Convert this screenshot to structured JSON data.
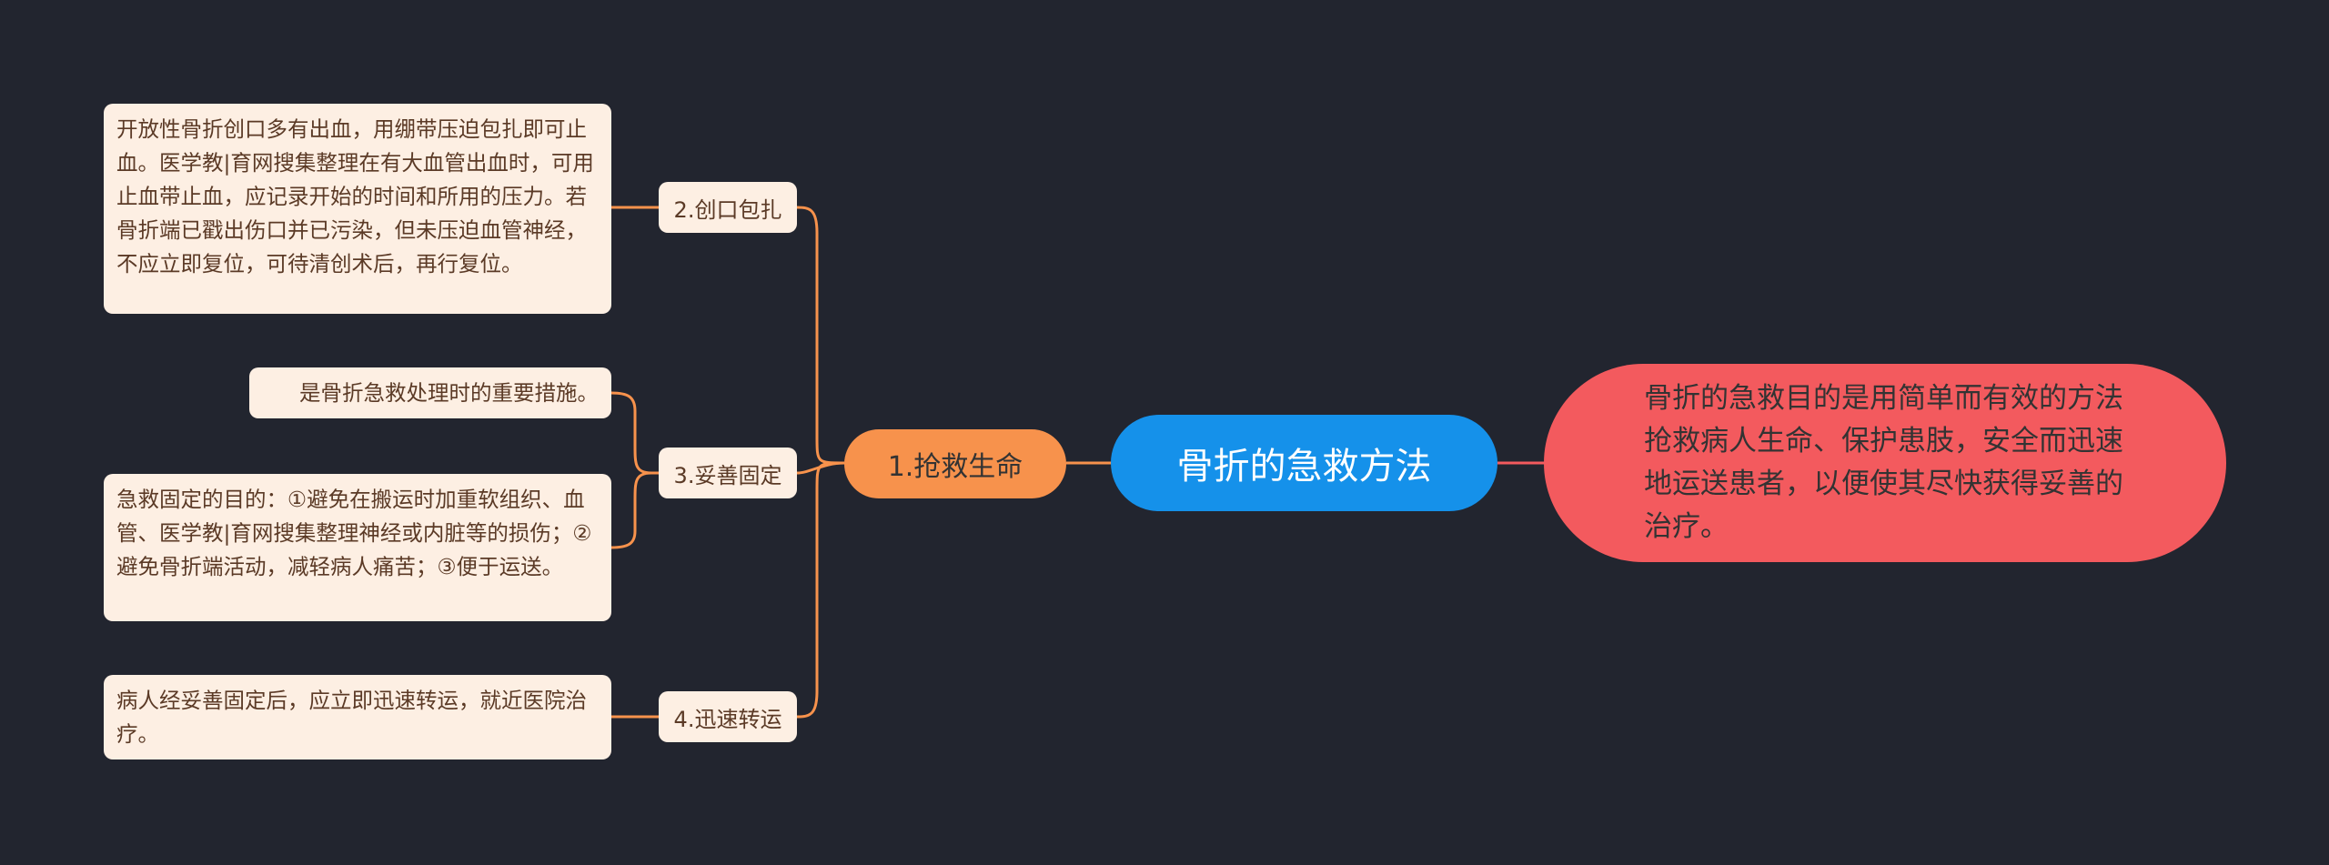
{
  "root": {
    "title": "骨折的急救方法"
  },
  "summary": {
    "text": "骨折的急救目的是用简单而有效的方法抢救病人生命、保护患肢，安全而迅速地运送患者，以便使其尽快获得妥善的治疗。"
  },
  "branch": {
    "label": "1.抢救生命"
  },
  "subtopics": [
    {
      "label": "2.创口包扎"
    },
    {
      "label": "3.妥善固定"
    },
    {
      "label": "4.迅速转运"
    }
  ],
  "leaves": [
    {
      "text": "开放性骨折创口多有出血，用绷带压迫包扎即可止血。医学教|育网搜集整理在有大血管出血时，可用止血带止血，应记录开始的时间和所用的压力。若骨折端已戳出伤口并已污染，但未压迫血管神经，不应立即复位，可待清创术后，再行复位。"
    },
    {
      "text": "是骨折急救处理时的重要措施。"
    },
    {
      "text": "急救固定的目的：①避免在搬运时加重软组织、血管、医学教|育网搜集整理神经或内脏等的损伤；②避免骨折端活动，减轻病人痛苦；③便于运送。"
    },
    {
      "text": "病人经妥善固定后，应立即迅速转运，就近医院治疗。"
    }
  ],
  "colors": {
    "background": "#22252f",
    "root": "#1591ea",
    "summary": "#f35a5e",
    "branch": "#f7924c",
    "card": "#fdefe3",
    "connector": "#f7924c",
    "summary_connector": "#f35a5e"
  }
}
